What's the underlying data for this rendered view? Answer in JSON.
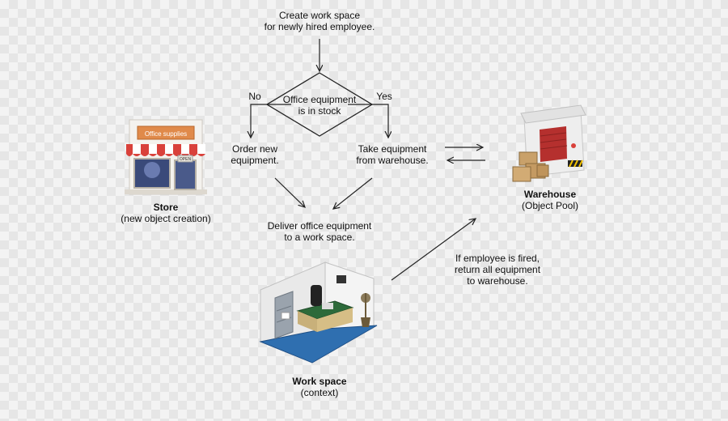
{
  "start": {
    "line1": "Create work space",
    "line2": "for newly hired employee."
  },
  "decision": {
    "line1": "Office equipment",
    "line2": "is in stock",
    "no": "No",
    "yes": "Yes"
  },
  "order": {
    "line1": "Order new",
    "line2": "equipment."
  },
  "take": {
    "line1": "Take equipment",
    "line2": "from warehouse."
  },
  "deliver": {
    "line1": "Deliver office equipment",
    "line2": "to a work space."
  },
  "fired": {
    "line1": "If employee is fired,",
    "line2": "return all equipment",
    "line3": "to warehouse."
  },
  "store": {
    "title": "Store",
    "subtitle": "(new object creation)",
    "sign": "Office supplies",
    "door_sign": "OPEN"
  },
  "warehouse": {
    "title": "Warehouse",
    "subtitle": "(Object Pool)"
  },
  "workspace": {
    "title": "Work space",
    "subtitle": "(context)"
  },
  "colors": {
    "awning_red": "#d9413b",
    "warehouse_door": "#b5302e",
    "carpet": "#2f6fb0",
    "desk": "#2d6a3a"
  }
}
